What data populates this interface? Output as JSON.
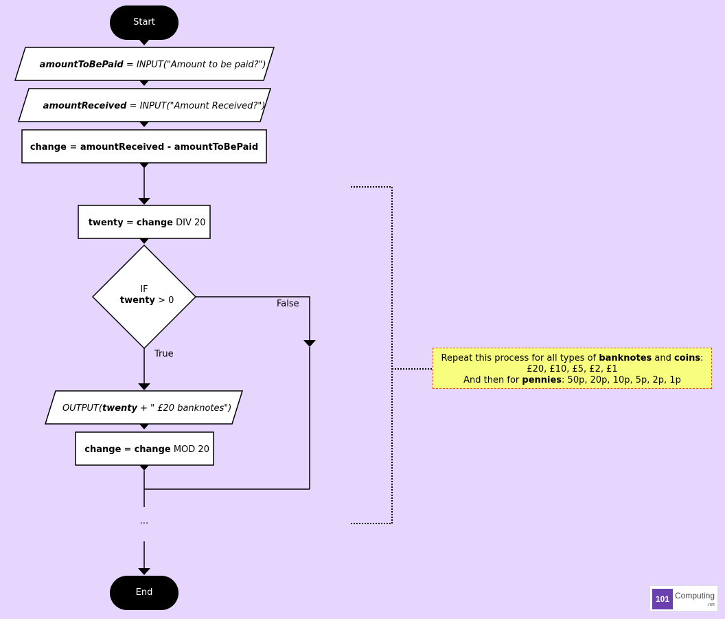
{
  "flowchart": {
    "start": "Start",
    "end": "End",
    "input1": {
      "var": "amountToBePaid",
      "op": " = ",
      "call": "INPUT(\"Amount to be paid?\")"
    },
    "input2": {
      "var": "amountReceived",
      "op": " = ",
      "call": "INPUT(\"Amount Received?\")"
    },
    "assign_change": "change = amountReceived - amountToBePaid",
    "assign_twenty": {
      "lhs": "twenty",
      "eq": " = ",
      "rhs": "change",
      "op": " DIV 20"
    },
    "decision": {
      "keyword": "IF",
      "var": "twenty",
      "cond": " > 0"
    },
    "true_label": "True",
    "false_label": "False",
    "output": {
      "prefix": "OUTPUT(",
      "var": "twenty",
      "suffix": " + \" £20 banknotes\")"
    },
    "assign_mod": {
      "lhs": "change",
      "eq": " = ",
      "rhs": "change",
      "op": " MOD 20"
    },
    "ellipsis": "..."
  },
  "note": {
    "l1_a": "Repeat this process for all types of ",
    "l1_b": "banknotes",
    "l1_c": " and ",
    "l1_d": "coins",
    "l1_e": ":",
    "l2": "£20, £10, £5, £2, £1",
    "l3_a": "And then for ",
    "l3_b": "pennies",
    "l3_c": ": 50p, 20p, 10p, 5p, 2p, 1p"
  },
  "logo": {
    "box": "101",
    "word": "Computing",
    "net": ".net"
  },
  "colors": {
    "background": "#e6d5fc",
    "note_fill": "#f7fd7c",
    "note_border": "#e04a2a",
    "brand": "#6a3fb0"
  }
}
